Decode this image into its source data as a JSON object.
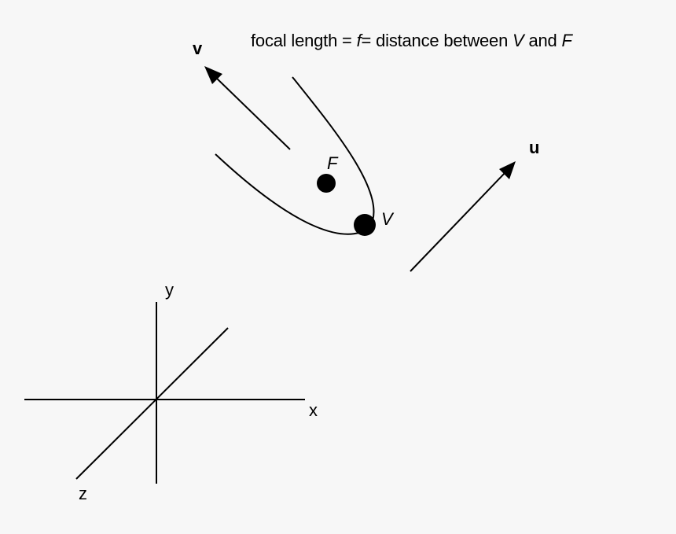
{
  "caption": {
    "part1": "focal length = ",
    "f": "f",
    "part2": "= distance between ",
    "V": "V",
    "part3": "and ",
    "F": "F"
  },
  "labels": {
    "v_vector": "v",
    "u_vector": "u",
    "focus": "F",
    "vertex": "V",
    "axis_x": "x",
    "axis_y": "y",
    "axis_z": "z"
  },
  "colors": {
    "background": "#f7f7f7",
    "ink": "#000000"
  }
}
